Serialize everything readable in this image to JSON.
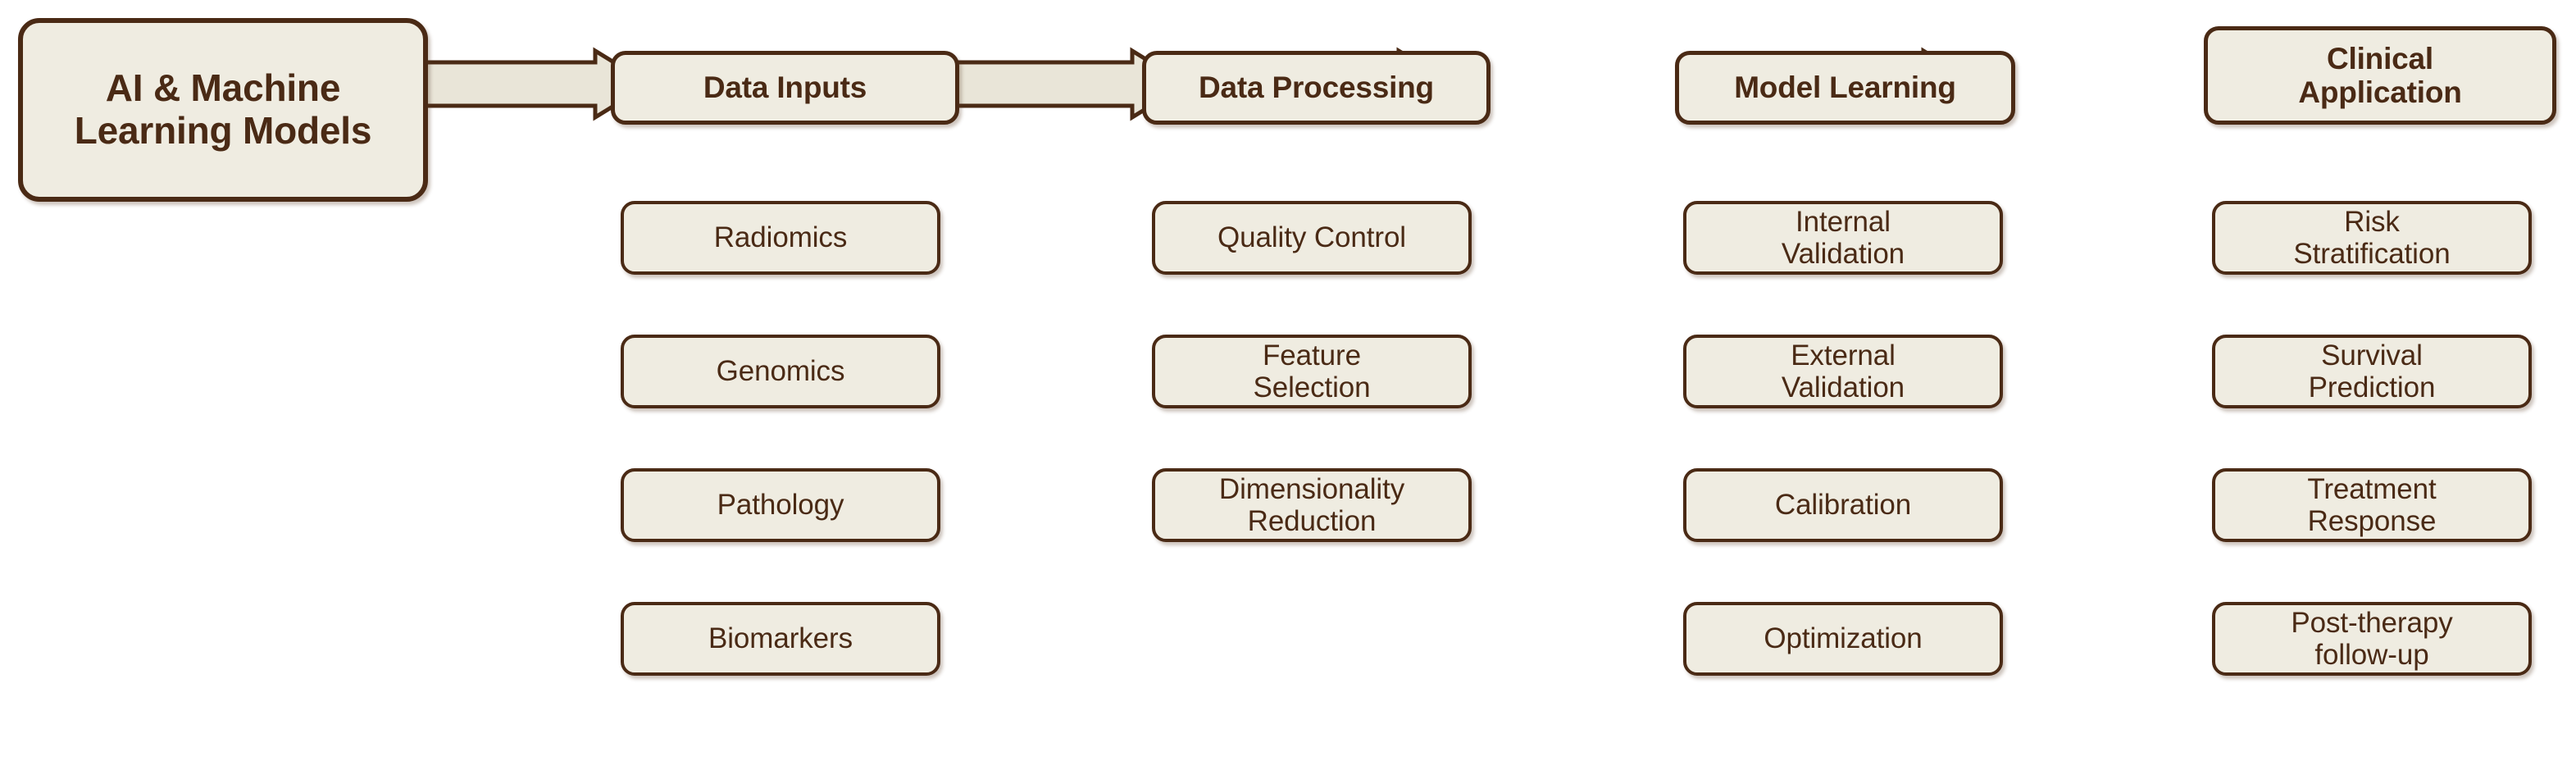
{
  "diagram": {
    "title_node": {
      "label": "AI & Machine\nLearning Models"
    },
    "colors": {
      "node_fill": "#efece1",
      "node_border": "#4a2a15",
      "text": "#4a2a15",
      "arrow_fill": "#e9e5d8",
      "background": "#ffffff"
    },
    "flow_type": "left-to-right pipeline with sub-items per stage",
    "stages": [
      {
        "label": "Data Inputs",
        "items": [
          {
            "label": "Radiomics"
          },
          {
            "label": "Genomics"
          },
          {
            "label": "Pathology"
          },
          {
            "label": "Biomarkers"
          }
        ]
      },
      {
        "label": "Data Processing",
        "items": [
          {
            "label": "Quality Control"
          },
          {
            "label": "Feature\nSelection"
          },
          {
            "label": "Dimensionality\nReduction"
          }
        ]
      },
      {
        "label": "Model Learning",
        "items": [
          {
            "label": "Internal\nValidation"
          },
          {
            "label": "External\nValidation"
          },
          {
            "label": "Calibration"
          },
          {
            "label": "Optimization"
          }
        ]
      },
      {
        "label": "Clinical\nApplication",
        "items": [
          {
            "label": "Risk\nStratification"
          },
          {
            "label": "Survival\nPrediction"
          },
          {
            "label": "Treatment\nResponse"
          },
          {
            "label": "Post-therapy\nfollow-up"
          }
        ]
      }
    ],
    "connectors": [
      {
        "name": "arrow-root-to-data-inputs"
      },
      {
        "name": "arrow-data-inputs-to-data-processing"
      },
      {
        "name": "arrow-data-processing-to-model-learning"
      },
      {
        "name": "arrow-model-learning-to-clinical-application"
      }
    ]
  }
}
